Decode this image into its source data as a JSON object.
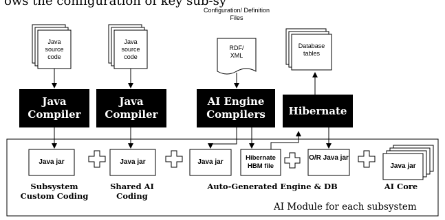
{
  "header_fragment": "ows the configuration of key sub-sy",
  "config_files_label": "Configuration/ Definition Files",
  "rdf_xml_label": "RDF/ XML",
  "db_tables_label": "Database tables",
  "java_source_1": "Java source code",
  "java_source_2": "Java source code",
  "compilers": {
    "java_compiler_1": "Java Compiler",
    "java_compiler_2": "Java Compiler",
    "ai_engine_compilers": "AI Engine Compilers",
    "hibernate": "Hibernate"
  },
  "jars": {
    "jar_1": "Java jar",
    "jar_2": "Java jar",
    "jar_3": "Java jar",
    "hbm_file": "Hibernate HBM file",
    "or_jar": "O/R Java jar",
    "jar_core": "Java jar"
  },
  "captions": {
    "subsystem": "Subsystem Custom Coding",
    "shared_ai": "Shared AI Coding",
    "auto_gen": "Auto-Generated Engine & DB",
    "ai_core": "AI Core"
  },
  "module_label": "AI Module for each subsystem"
}
